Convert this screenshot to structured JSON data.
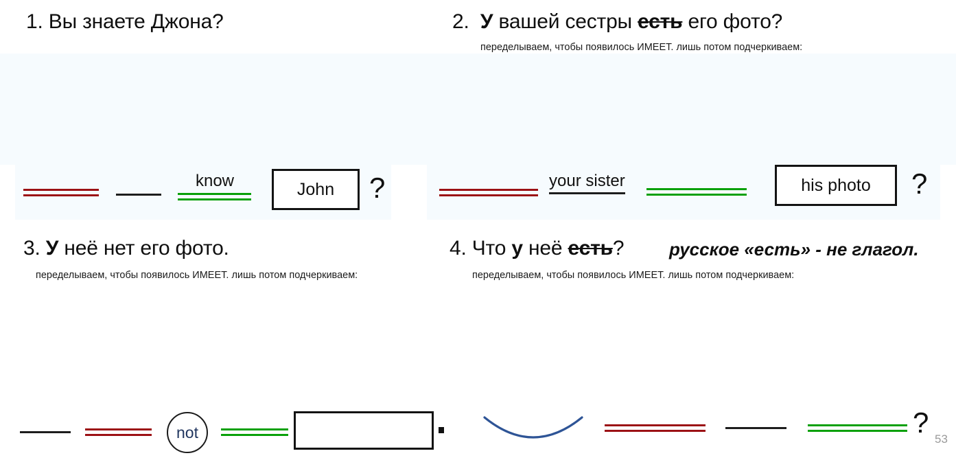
{
  "slide": {
    "page_number": "53",
    "colors": {
      "subject_line": "#9c1115",
      "verb_line": "#09a009",
      "plain_line": "#1d1d1d",
      "circle_word": "#21365f",
      "arc": "#2e5496",
      "band_tint": "#f6fbfe",
      "page_number": "#9a9a9a"
    }
  },
  "exercises": [
    {
      "id": "ex1",
      "number": "1.",
      "prompt_plain": " Вы знаете Джона?",
      "note": "",
      "diagram": {
        "subject_line_label": "",
        "plain_line_label": "",
        "verb_label": "know",
        "object_box": "John",
        "terminal": "?"
      }
    },
    {
      "id": "ex2",
      "number": "2.",
      "prompt_bold": "У",
      "prompt_mid": " вашей сестры ",
      "prompt_strike": "есть",
      "prompt_end": " его фото?",
      "note": "переделываем, чтобы появилось ИМЕЕТ. лишь потом подчеркиваем:",
      "diagram": {
        "subject_label": "your sister",
        "verb_label": "",
        "object_box": "his photo",
        "terminal": "?"
      }
    },
    {
      "id": "ex3",
      "number": "3.",
      "prompt_bold": "У",
      "prompt_end": " неё нет его фото.",
      "note": "переделываем, чтобы появилось ИМЕЕТ. лишь потом подчеркиваем:",
      "diagram": {
        "modifier_word": "not",
        "object_box": "",
        "terminal": "."
      }
    },
    {
      "id": "ex4",
      "number": "4.",
      "prompt_start": " Что ",
      "prompt_bold": "у",
      "prompt_mid": " неё ",
      "prompt_strike": "есть",
      "prompt_end": "?",
      "aside": "русское «есть» - не глагол.",
      "note": "переделываем, чтобы появилось ИМЕЕТ. лишь потом подчеркиваем:",
      "diagram": {
        "arc": "curve",
        "terminal": "?"
      }
    }
  ]
}
